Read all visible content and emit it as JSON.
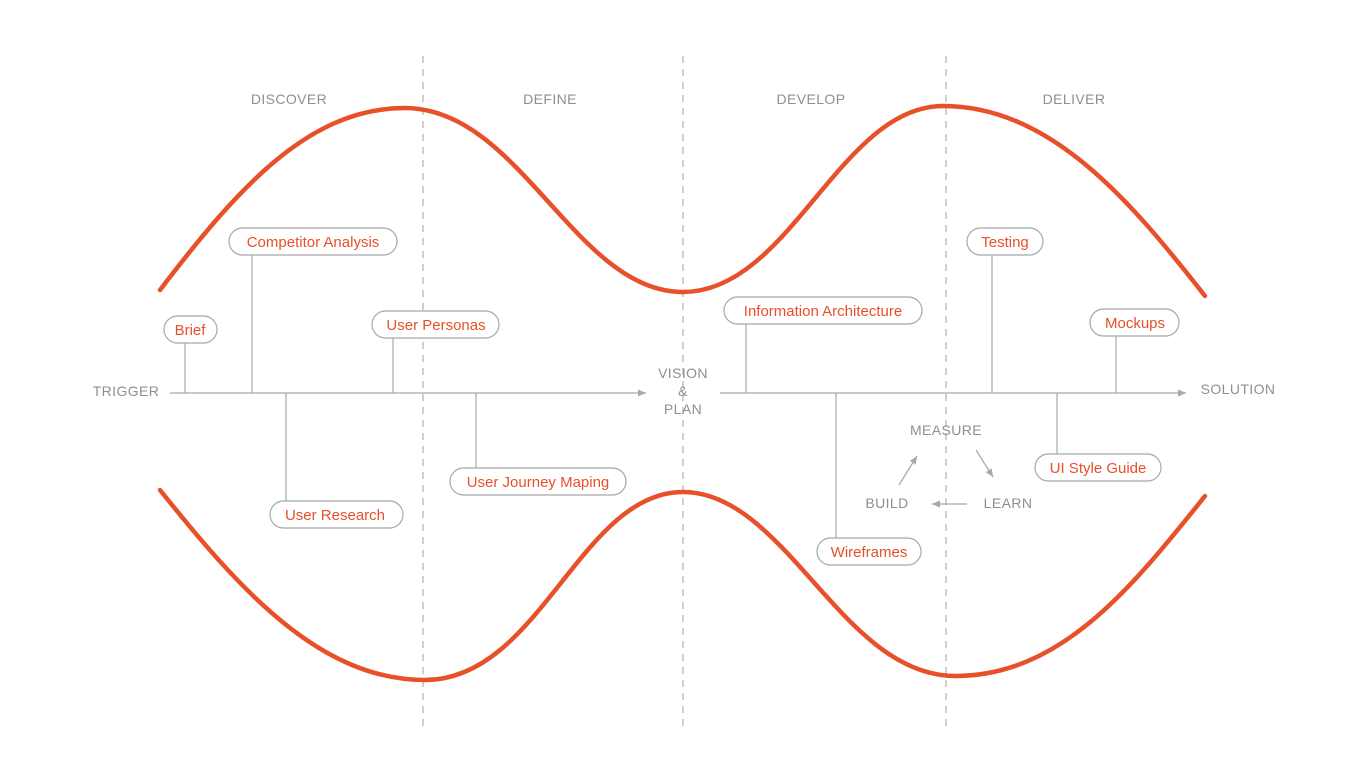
{
  "colors": {
    "accent": "#e8502a",
    "line": "#a8a8a8",
    "text_muted": "#8f8f8f",
    "background": "#ffffff"
  },
  "phases": [
    "DISCOVER",
    "DEFINE",
    "DEVELOP",
    "DELIVER"
  ],
  "axis": {
    "start": "TRIGGER",
    "middle": [
      "VISION",
      "&",
      "PLAN"
    ],
    "end": "SOLUTION"
  },
  "steps": {
    "competitor_analysis": "Competitor Analysis",
    "brief": "Brief",
    "user_personas": "User Personas",
    "user_research": "User Research",
    "user_journey_maping": "User Journey Maping",
    "information_architecture": "Information Architecture",
    "wireframes": "Wireframes",
    "testing": "Testing",
    "mockups": "Mockups",
    "ui_style_guide": "UI Style Guide"
  },
  "cycle": {
    "measure": "MEASURE",
    "learn": "LEARN",
    "build": "BUILD"
  }
}
